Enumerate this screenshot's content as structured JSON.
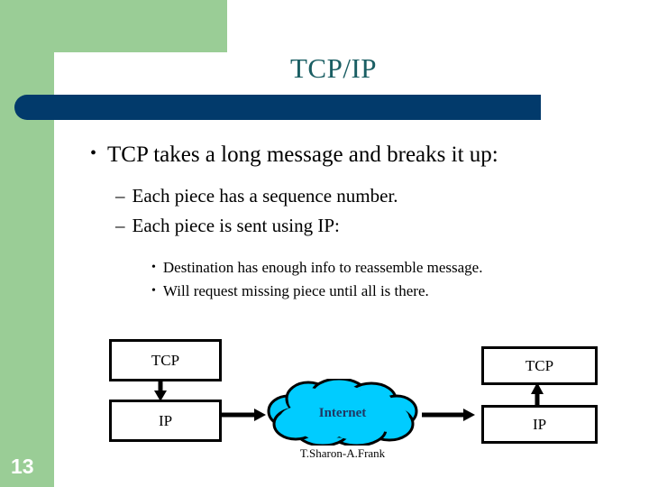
{
  "slide": {
    "title": "TCP/IP",
    "page_number": "13",
    "credit": "T.Sharon-A.Frank",
    "colors": {
      "green_band": "#9ACD96",
      "navy_bar": "#023A6B",
      "title_text": "#1A5E63",
      "cloud_fill": "#00CCFF",
      "cloud_label": "#1F3864",
      "body_text": "#000000"
    }
  },
  "bullets": {
    "level1": {
      "marker": "•",
      "text": "TCP takes a long message and breaks it up:"
    },
    "level2": [
      {
        "marker": "–",
        "text": "Each  piece has a sequence number."
      },
      {
        "marker": "–",
        "text": "Each piece is sent using IP:"
      }
    ],
    "level3": [
      {
        "marker": "•",
        "text": "Destination has enough info to reassemble message."
      },
      {
        "marker": "•",
        "text": "Will request missing piece until all is there."
      }
    ]
  },
  "diagram": {
    "left_stack": {
      "top_box": "TCP",
      "bottom_box": "IP"
    },
    "right_stack": {
      "top_box": "TCP",
      "bottom_box": "IP"
    },
    "cloud": {
      "label": "Internet"
    }
  }
}
